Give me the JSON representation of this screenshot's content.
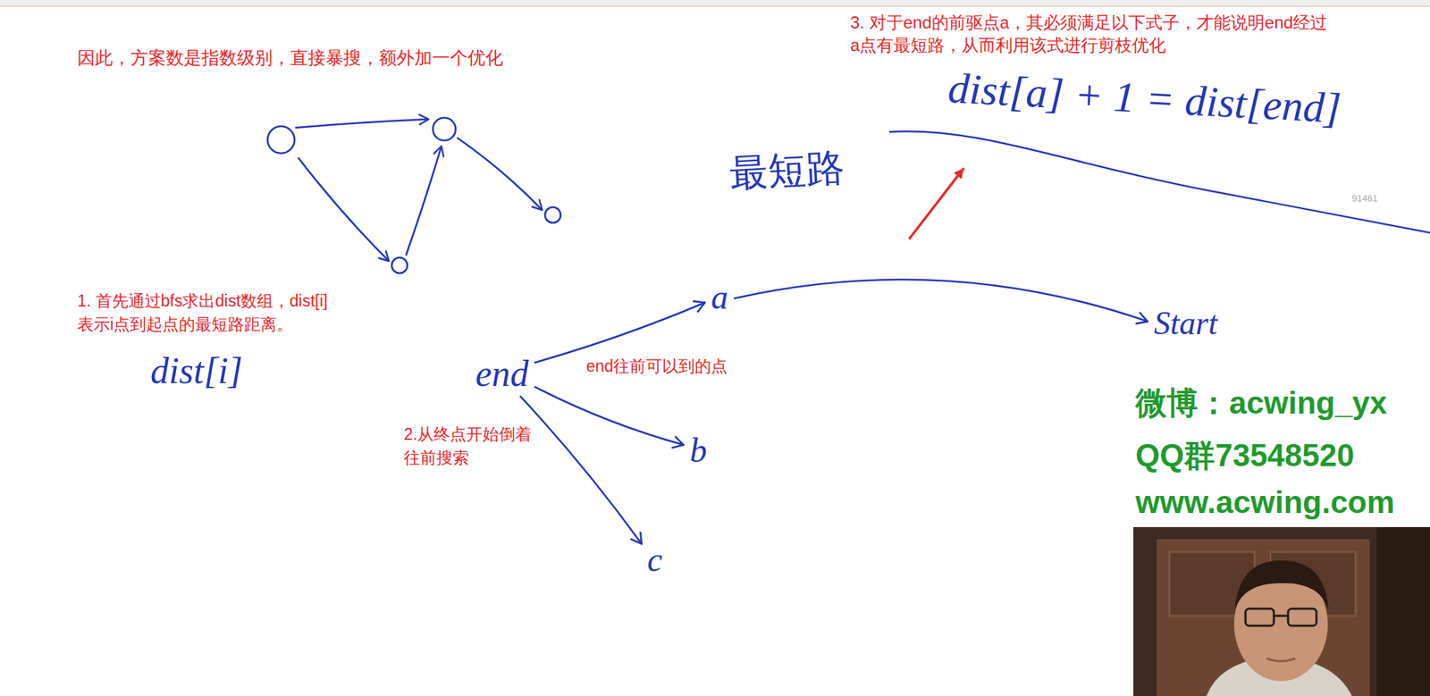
{
  "diagram": {
    "nodes": [
      {
        "text": [
          "end"
        ]
      },
      {
        "text": [
          "a"
        ]
      },
      {
        "text": [
          "b"
        ]
      },
      {
        "text": [
          "c"
        ]
      },
      {
        "text": [
          "Start"
        ]
      }
    ],
    "edges": [
      {
        "from": 0,
        "to": 1,
        "arrow": "to"
      },
      {
        "from": 1,
        "to": 4,
        "arrow": "to"
      },
      {
        "from": 0,
        "to": 2,
        "arrow": "to"
      },
      {
        "from": 0,
        "to": 3,
        "arrow": "to"
      }
    ],
    "labels": [
      "因此，方案数是指数级别，直接暴搜，额外加一个优化",
      "3. 对于end的前驱点a，其必须满足以下式子，才能说明end经过 a点有最短路，从而利用该式进行剪枝优化",
      "dist[a] + 1 = dist[end]",
      "最短路",
      "91461",
      "1. 首先通过bfs求出dist数组，dist[i] 表示i点到起点的最短路距离。",
      "dist[i]",
      "end往前可以到的点",
      "2.从终点开始倒着 往前搜索",
      "微博：acwing_yx",
      "QQ群73548520",
      "www.acwing.com"
    ]
  }
}
